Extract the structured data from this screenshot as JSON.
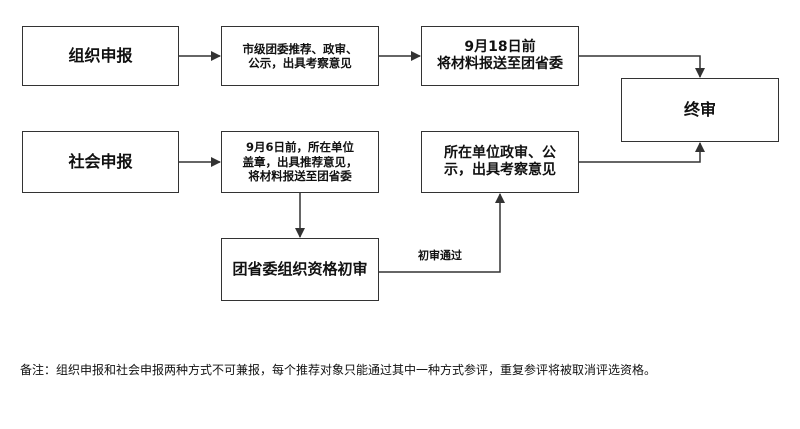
{
  "nodes": {
    "org_apply": {
      "lines": [
        "组织申报"
      ]
    },
    "org_review": {
      "lines": [
        "市级团委推荐、政审、",
        "公示，出具考察意见"
      ]
    },
    "org_deadline": {
      "lines": [
        "9月18日前",
        "将材料报送至团省委"
      ]
    },
    "final_review": {
      "lines": [
        "终审"
      ]
    },
    "soc_apply": {
      "lines": [
        "社会申报"
      ]
    },
    "soc_deadline": {
      "lines": [
        "9月6日前，所在单位",
        "盖章，出具推荐意见，",
        "将材料报送至团省委"
      ]
    },
    "unit_review": {
      "lines": [
        "所在单位政审、公",
        "示，出具考察意见"
      ]
    },
    "prelim_review": {
      "lines": [
        "团省委组织资格初审"
      ]
    }
  },
  "edge_labels": {
    "prelim_pass": "初审通过"
  },
  "footnote": "备注：组织申报和社会申报两种方式不可兼报，每个推荐对象只能通过其中一种方式参评，重复参评将被取消评选资格。",
  "colors": {
    "stroke": "#333333",
    "text": "#111111"
  }
}
